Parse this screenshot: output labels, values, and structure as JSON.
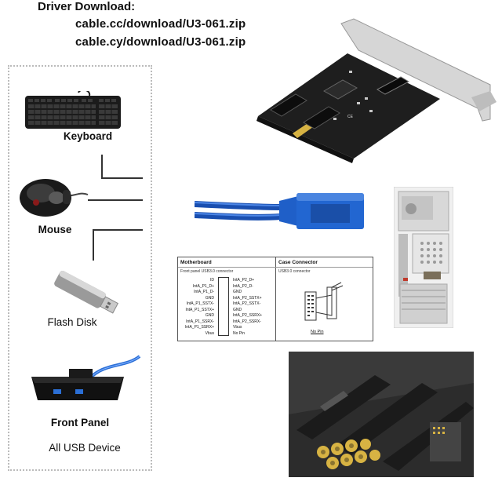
{
  "header": {
    "title": "Driver Download:",
    "urls": [
      "cable.cc/download/U3-061.zip",
      "cable.cy/download/U3-061.zip"
    ]
  },
  "devices": [
    {
      "label": "Keyboard",
      "icon": "keyboard-image"
    },
    {
      "label": "Mouse",
      "icon": "mouse-image"
    },
    {
      "label": "Flash Disk",
      "icon": "flash-disk-image"
    },
    {
      "label": "Front Panel",
      "icon": "front-panel-image"
    },
    {
      "label": "All USB Device",
      "icon": ""
    }
  ],
  "pinout": {
    "motherboard_title": "Motherboard",
    "motherboard_sub": "Front panel USB3.0 connector",
    "case_title": "Case Connector",
    "case_sub": "USB3.0 connector",
    "left_pins": [
      "ID",
      "IntA_P1_D+",
      "IntA_P1_D-",
      "GND",
      "IntA_P1_SSTX-",
      "IntA_P1_SSTX+",
      "GND",
      "IntA_P1_SSRX-",
      "IntA_P1_SSRX+",
      "Vbus"
    ],
    "right_pins": [
      "IntA_P2_D+",
      "IntA_P2_D-",
      "GND",
      "IntA_P2_SSTX+",
      "IntA_P2_SSTX-",
      "GND",
      "IntA_P2_SSRX+",
      "IntA_P2_SSRX-",
      "Vbus",
      "No Pin"
    ],
    "case_no_pin": "No Pin"
  },
  "colors": {
    "pcb": "#1e1e1e",
    "bracket": "#cfcfcf",
    "cable_blue": "#1f5fc8",
    "gold": "#d7b343"
  }
}
